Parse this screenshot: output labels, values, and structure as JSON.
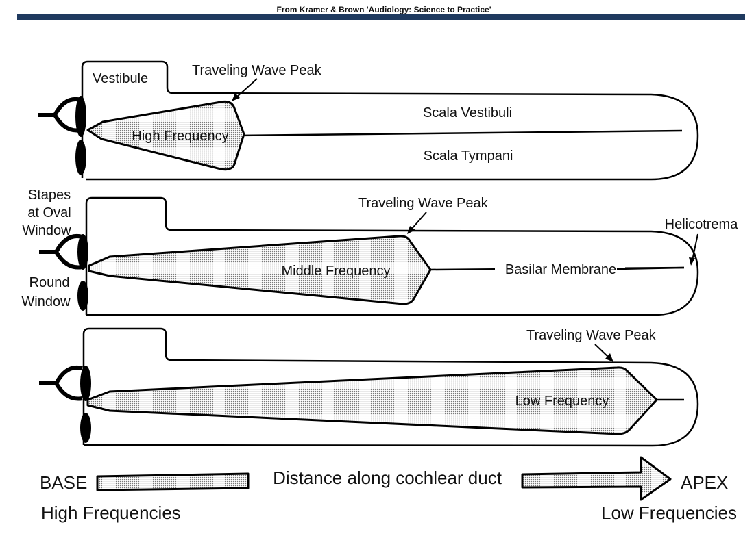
{
  "source_line": "From Kramer & Brown 'Audiology: Science to Practice'",
  "colors": {
    "header_bar": "#1f3a5f",
    "ink": "#000000",
    "dot_fill": "#9a9a9a"
  },
  "panels": [
    {
      "peak_label": "Traveling Wave Peak",
      "wave_label": "High Frequency",
      "vestibule_label": "Vestibule",
      "scala_vestibuli_label": "Scala Vestibuli",
      "scala_tympani_label": "Scala Tympani",
      "peak_position_fraction": 0.25
    },
    {
      "peak_label": "Traveling Wave Peak",
      "wave_label": "Middle Frequency",
      "basilar_membrane_label": "Basilar Membrane",
      "helicotrema_label": "Helicotrema",
      "peak_position_fraction": 0.55
    },
    {
      "peak_label": "Traveling Wave Peak",
      "wave_label": "Low Frequency",
      "peak_position_fraction": 0.9
    }
  ],
  "side_labels": {
    "stapes": [
      "Stapes",
      "at Oval",
      "Window"
    ],
    "round_window": [
      "Round",
      "Window"
    ]
  },
  "axis": {
    "base_label": "BASE",
    "apex_label": "APEX",
    "distance_label": "Distance along cochlear duct",
    "high_freq_label": "High Frequencies",
    "low_freq_label": "Low Frequencies"
  },
  "icons": {
    "stapes": "stapes-icon",
    "window_membrane": "membrane-icon",
    "arrow": "arrow-icon"
  }
}
